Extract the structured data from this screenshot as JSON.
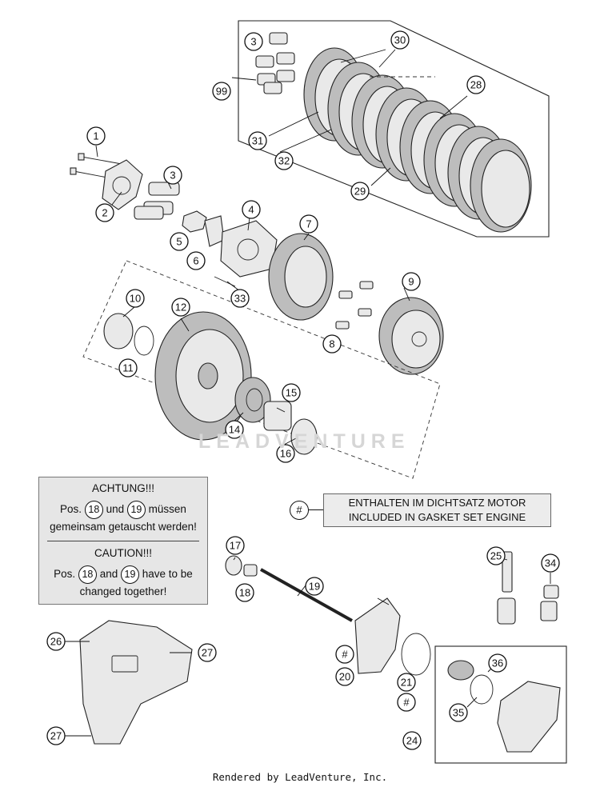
{
  "note_de": {
    "heading": "ACHTUNG!!!",
    "line1_pre": "Pos.",
    "line1_ref_a": "18",
    "line1_mid": "und",
    "line1_ref_b": "19",
    "line1_post": "müssen",
    "line2": "gemeinsam getauscht werden!"
  },
  "note_en": {
    "heading": "CAUTION!!!",
    "line1_pre": "Pos.",
    "line1_ref_a": "18",
    "line1_mid": "and",
    "line1_ref_b": "19",
    "line1_post": "have to be",
    "line2": "changed together!"
  },
  "gasket_legend": {
    "symbol": "#",
    "line1": "ENTHALTEN IM DICHTSATZ MOTOR",
    "line2": "INCLUDED IN GASKET SET ENGINE"
  },
  "watermark": "LEADVENTURE",
  "footer": "Rendered by LeadVenture, Inc.",
  "callouts": {
    "c1": "1",
    "c2": "2",
    "c3a": "3",
    "c3b": "3",
    "c4": "4",
    "c5": "5",
    "c6": "6",
    "c7": "7",
    "c8": "8",
    "c9": "9",
    "c10": "10",
    "c11": "11",
    "c12": "12",
    "c14": "14",
    "c15": "15",
    "c16": "16",
    "c17": "17",
    "c18": "18",
    "c19": "19",
    "c20": "20",
    "c20h": "#",
    "c21": "21",
    "c21h": "#",
    "c24": "24",
    "c25": "25",
    "c26": "26",
    "c27a": "27",
    "c27b": "27",
    "c28": "28",
    "c29": "29",
    "c30": "30",
    "c31": "31",
    "c32": "32",
    "c33": "33",
    "c34": "34",
    "c35": "35",
    "c36": "36",
    "c99": "99"
  }
}
